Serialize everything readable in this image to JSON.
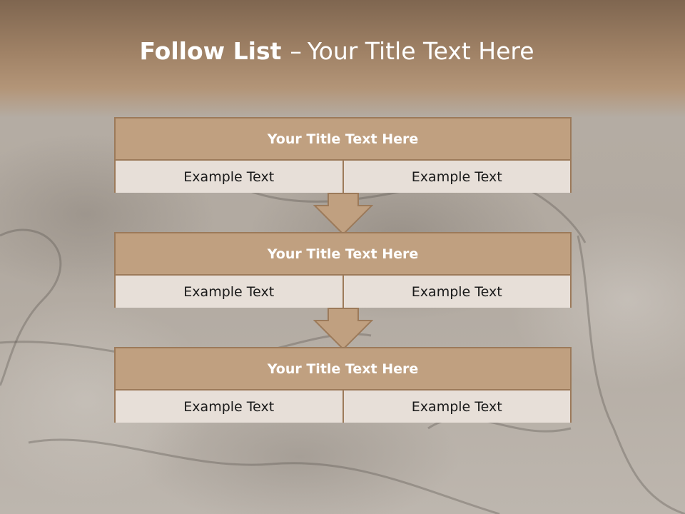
{
  "slide": {
    "title_bold": "Follow List",
    "title_sep": "–",
    "title_rest": "Your Title Text Here"
  },
  "blocks": [
    {
      "title": "Your Title Text Here",
      "left": "Example Text",
      "right": "Example Text"
    },
    {
      "title": "Your Title Text Here",
      "left": "Example Text",
      "right": "Example Text"
    },
    {
      "title": "Your Title Text Here",
      "left": "Example Text",
      "right": "Example Text"
    }
  ],
  "colors": {
    "header": "#a08266",
    "block_title": "#c0a080",
    "block_border": "#9c7a5a",
    "cell_bg": "#e7dfd8",
    "arrow_fill": "#c0a080"
  }
}
